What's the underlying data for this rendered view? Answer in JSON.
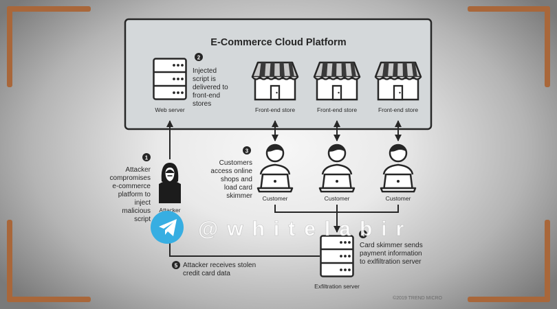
{
  "platform": {
    "title": "E-Commerce Cloud Platform"
  },
  "nodes": {
    "web_server": "Web server",
    "store_1": "Front-end store",
    "store_2": "Front-end store",
    "store_3": "Front-end store",
    "attacker": "Attacker",
    "customer_1": "Customer",
    "customer_2": "Customer",
    "customer_3": "Customer",
    "exfil_server": "Exfiltration server"
  },
  "steps": {
    "s1": {
      "num": "1",
      "lines": [
        "Attacker",
        "compromises",
        "e-commerce",
        "platform to",
        "inject",
        "malicious",
        "script"
      ]
    },
    "s2": {
      "num": "2",
      "lines": [
        "Injected",
        "script is",
        "delivered to",
        "front-end",
        "stores"
      ]
    },
    "s3": {
      "num": "3",
      "lines": [
        "Customers",
        "access online",
        "shops and",
        "load card",
        "skimmer"
      ]
    },
    "s4": {
      "num": "4",
      "lines": [
        "Card skimmer sends",
        "payment information",
        "to exlfiltration server"
      ]
    },
    "s5": {
      "num": "5",
      "lines": [
        "Attacker receives stolen",
        "credit card data"
      ]
    }
  },
  "watermark": "@whitelabir",
  "copyright": "©2019 TREND MICRO",
  "colors": {
    "line": "#262626",
    "panel_fill": "#d4d8da",
    "awning_dark": "#3a3a3a",
    "awning_light": "#c9c9c9",
    "telegram_blue": "#37aee2",
    "corner_brown": "#a9673a"
  }
}
